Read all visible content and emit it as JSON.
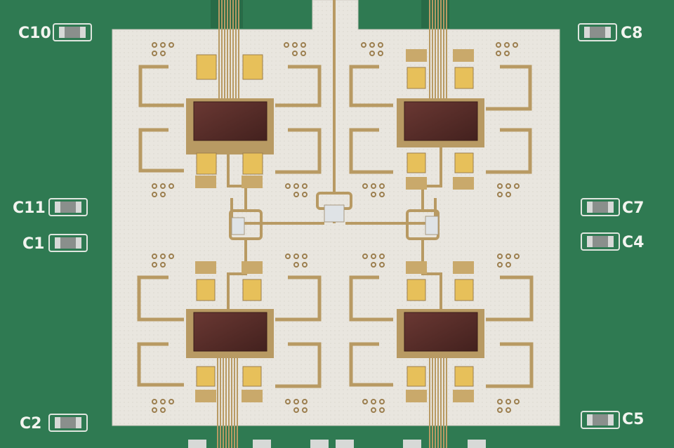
{
  "photo": {
    "subject": "RF beamformer module on green PCB",
    "colors": {
      "pcb": "#2f7a52",
      "pcb_dark": "#286b47",
      "substrate": "#e9e6df",
      "gold": "#b89a63",
      "gold_dark": "#9c7f4f",
      "die": "#5a2e2a",
      "pad": "#e7c05a"
    }
  },
  "silkscreen_labels": {
    "c10": "C10",
    "c8": "C8",
    "c11": "C11",
    "c7": "C7",
    "c1": "C1",
    "c4": "C4",
    "c2": "C2",
    "c5": "C5"
  }
}
